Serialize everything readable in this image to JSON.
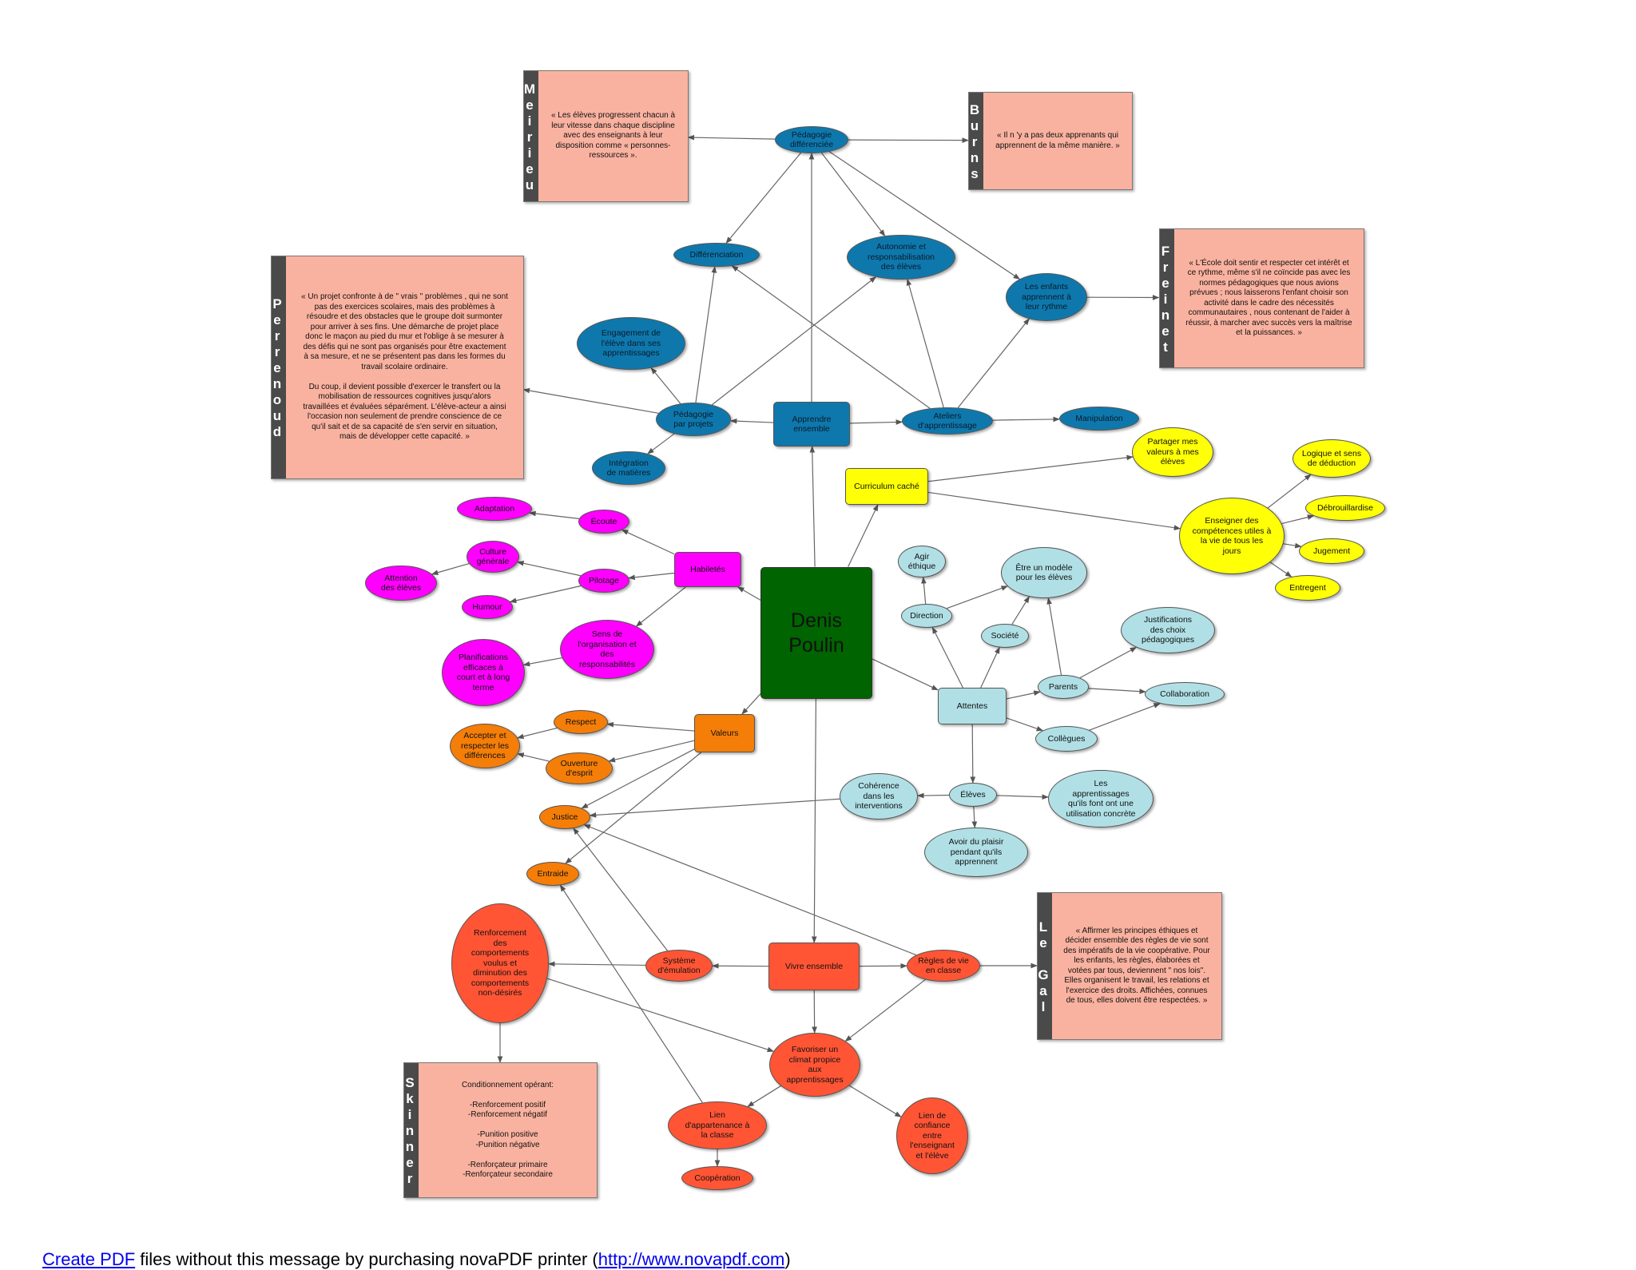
{
  "center": "Denis\nPoulin",
  "nodes": {
    "peda_diff": "Pédagogie\ndifférenciée",
    "differenciation": "Différenciation",
    "autonomie": "Autonomie et\nresponsabilisation\ndes élèves",
    "enfants_rythme": "Les enfants\napprennent à\nleur rythme",
    "engagement": "Engagement de\nl'élève dans ses\napprentissages",
    "peda_projets": "Pédagogie\npar projets",
    "apprendre_ensemble": "Apprendre\nensemble",
    "ateliers": "Ateliers\nd'apprentissage",
    "manipulation": "Manipulation",
    "integration": "Intégration\nde matières",
    "curriculum": "Curriculum caché",
    "partager": "Partager mes\nvaleurs à mes\nélèves",
    "enseigner_comp": "Enseigner des\ncompétences utiles à\nla vie de tous les\njours",
    "logique": "Logique et sens\nde déduction",
    "debrouillardise": "Débrouillardise",
    "jugement": "Jugement",
    "entregent": "Entregent",
    "habiletes": "Habiletés",
    "ecoute": "Écoute",
    "adaptation": "Adaptation",
    "culture": "Culture\ngénérale",
    "pilotage": "Pilotage",
    "attention": "Attention\ndes élèves",
    "humour": "Humour",
    "sens_org": "Sens de\nl'organisation et\ndes\nresponsabilités",
    "planifications": "Planifications\nefficaces à\ncourt et à long\nterme",
    "valeurs": "Valeurs",
    "respect": "Respect",
    "accepter": "Accepter et\nrespecter les\ndifférences",
    "ouverture": "Ouverture\nd'esprit",
    "justice": "Justice",
    "entraide": "Entraide",
    "agir_ethique": "Agir\néthique",
    "modele": "Être un modèle\npour les élèves",
    "direction": "Direction",
    "societe": "Société",
    "justifications": "Justifications\ndes choix\npédagogiques",
    "parents": "Parents",
    "collaboration": "Collaboration",
    "attentes": "Attentes",
    "collegues": "Collègues",
    "coherence": "Cohérence\ndans les\ninterventions",
    "eleves": "Élèves",
    "apprentissages": "Les\napprentissages\nqu'ils font ont une\nutilisation concrète",
    "plaisir": "Avoir du plaisir\npendant qu'ils\napprennent",
    "renforcement": "Renforcement\ndes\ncomportements\nvoulus et\ndiminution des\ncomportements\nnon-désirés",
    "systeme": "Système\nd'émulation",
    "vivre": "Vivre ensemble",
    "regles": "Règles de vie\nen classe",
    "climat": "Favoriser un\nclimat propice\naux\napprentissages",
    "lien_app": "Lien\nd'appartenance à\nla classe",
    "lien_conf": "Lien de\nconfiance\nentre\nl'enseignant\net l'élève",
    "cooperation": "Coopération"
  },
  "quotes": {
    "meirieu": {
      "name": "Meirieu",
      "text": "« Les élèves progressent chacun à\nleur vitesse dans chaque discipline\navec des enseignants à leur\ndisposition comme « personnes-\nressources »."
    },
    "burns": {
      "name": "Burns",
      "text": "« Il n 'y a pas deux apprenants qui\napprennent de la même manière. »"
    },
    "freinet": {
      "name": "Freinet",
      "text": "« L'École doit sentir et respecter cet intérêt et\nce rythme, même s'il ne coïncide pas avec les\nnormes pédagogiques que nous avions\nprévues ; nous laisserons l'enfant choisir son\nactivité dans le cadre des nécessités\ncommunautaires , nous contenant de l'aider à\nréussir, à marcher avec succès vers la maîtrise\net la puissances. »"
    },
    "perrenoud": {
      "name": "Perrenoud",
      "text": "« Un projet confronte à de \" vrais \" problèmes , qui ne sont\npas des exercices scolaires, mais des problèmes à\nrésoudre et des obstacles que le groupe doit surmonter\npour arriver à ses fins. Une démarche de projet place\ndonc le maçon au pied du mur et l'oblige à se mesurer à\ndes défis qui ne sont pas organisés pour être exactement\nà sa mesure, et ne se présentent pas dans les formes du\ntravail scolaire ordinaire.\n\nDu coup, il devient possible d'exercer le transfert ou la\nmobilisation de ressources cognitives jusqu'alors\ntravaillées et évaluées séparément. L'élève-acteur a ainsi\nl'occasion non seulement de prendre conscience de ce\nqu'il sait et de sa capacité de s'en servir en situation,\nmais de développer cette capacité. »"
    },
    "legal": {
      "name": "Le Gal",
      "text": "« Affirmer les principes éthiques et\ndécider ensemble des règles de vie sont\ndes impératifs de la vie coopérative. Pour\nles enfants, les règles, élaborées et\nvotées par tous, deviennent \" nos lois\".\nElles organisent le travail, les relations et\nl'exercice des droits. Affichées, connues\nde tous, elles doivent être respectées. »"
    },
    "skinner": {
      "name": "Skinner",
      "text": "Conditionnement opérant:\n\n-Renforcement positif\n-Renforcement négatif\n\n-Punition positive\n-Punition négative\n\n-Renforçateur primaire\n-Renforçateur secondaire"
    }
  },
  "footer": {
    "link1": "Create PDF",
    "middle": " files without this message by purchasing novaPDF printer (",
    "link2": "http://www.novapdf.com",
    "end": ")"
  },
  "colors": {
    "blue": "#0e78ad",
    "yellow": "#ffff05",
    "magenta": "#ff00ff",
    "orange": "#f57e08",
    "red": "#ff5535",
    "light_blue": "#b0e0e6",
    "center": "#006400",
    "quote": "#fab2a0",
    "quote_tab": "#4a4a4a"
  }
}
